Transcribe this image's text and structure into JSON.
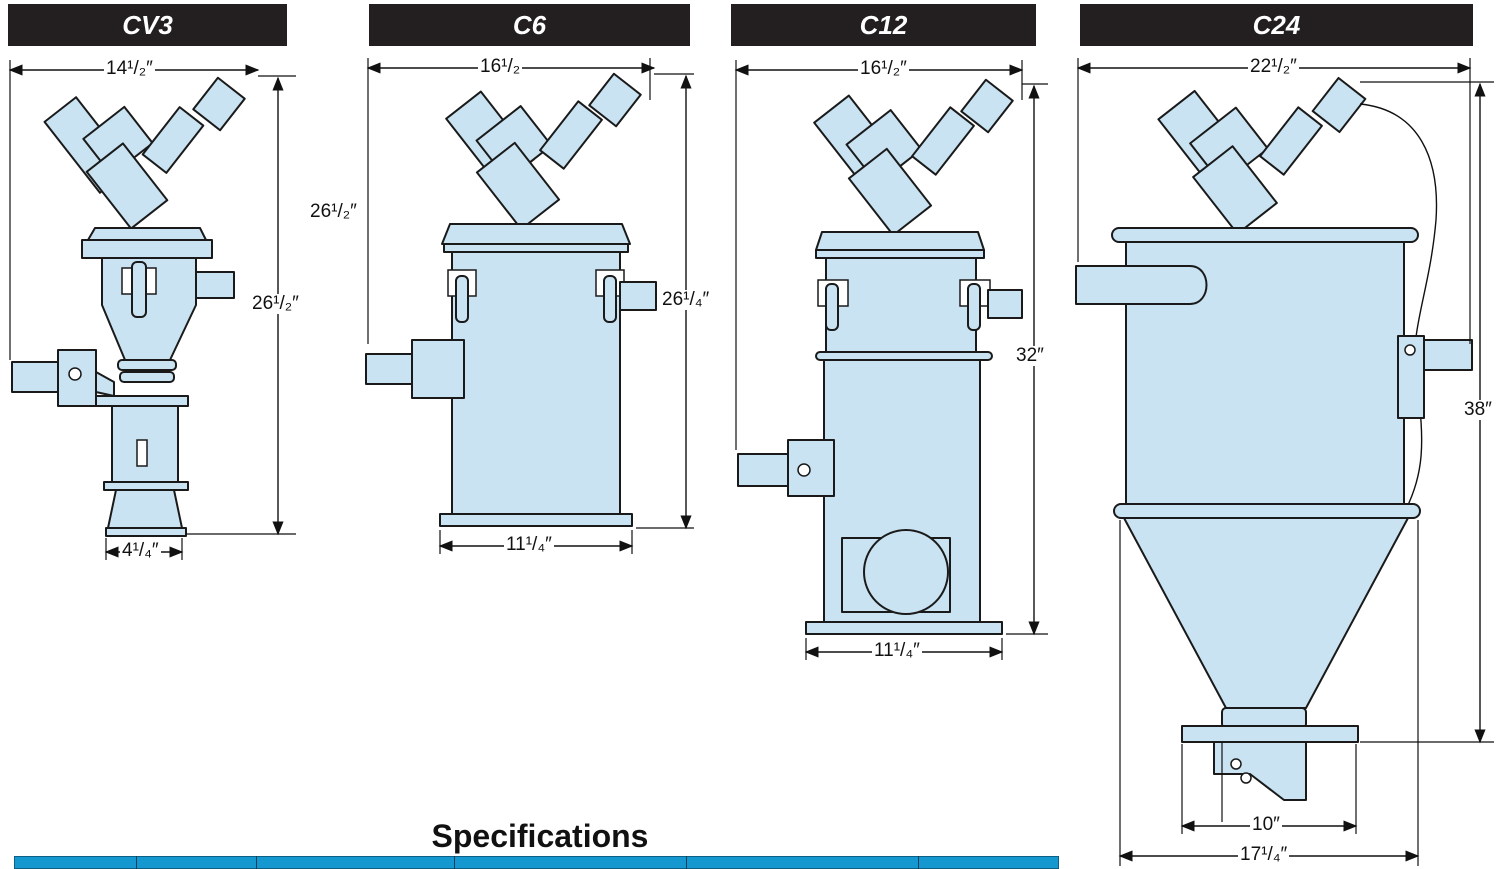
{
  "models": [
    {
      "id": "cv3",
      "label": "CV3"
    },
    {
      "id": "c6",
      "label": "C6"
    },
    {
      "id": "c12",
      "label": "C12"
    },
    {
      "id": "c24",
      "label": "C24"
    }
  ],
  "dimensions": {
    "cv3_width": "14¹/₂″",
    "cv3_height": "26¹/₂″",
    "cv3_base": "4¹/₄″",
    "c6_width": "16¹/₂",
    "c6_inlet_height": "26¹/₂″",
    "c6_height": "26¹/₄″",
    "c6_base": "11¹/₄″",
    "c12_width": "16¹/₂″",
    "c12_height": "32″",
    "c12_base": "11¹/₄″",
    "c24_width": "22¹/₂″",
    "c24_height": "38″",
    "c24_flange": "10″",
    "c24_base": "17¹/₄″"
  },
  "specifications_title": "Specifications",
  "colors": {
    "body": "#c9e3f2",
    "outline": "#1a1a1a",
    "header": "#231f20",
    "table_header": "#1597d0"
  }
}
